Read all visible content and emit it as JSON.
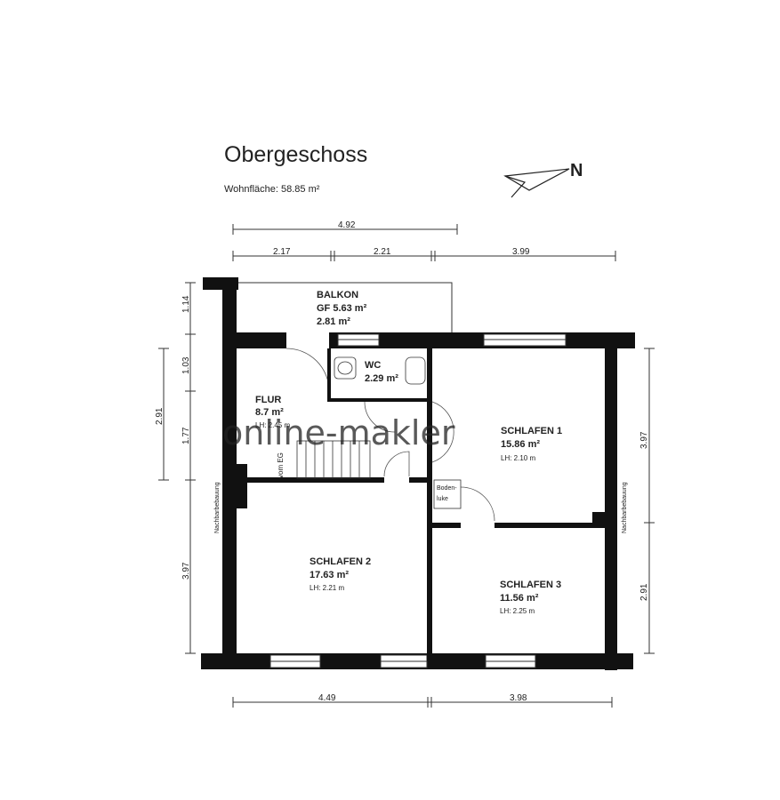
{
  "title": "Obergeschoss",
  "subtitle": "Wohnfläche: 58.85 m²",
  "watermark": "online-makler",
  "dimensions": {
    "top_total": "4.92",
    "top_a": "2.17",
    "top_b": "2.21",
    "top_c": "3.99",
    "left_balkon": "1.14",
    "left_wc": "1.03",
    "left_flur": "1.77",
    "left_total": "2.91",
    "left_lower": "3.97",
    "right_upper": "3.97",
    "right_lower": "2.91",
    "bottom_a": "4.49",
    "bottom_b": "3.98"
  },
  "rooms": {
    "balkon": {
      "name": "BALKON",
      "area1": "GF 5.63 m²",
      "area2": "2.81 m²"
    },
    "wc": {
      "name": "WC",
      "area": "2.29 m²"
    },
    "flur": {
      "name": "FLUR",
      "area": "8.7 m²",
      "height": "LH: 2.45 m"
    },
    "schlafen1": {
      "name": "SCHLAFEN 1",
      "area": "15.86 m²",
      "height": "LH: 2.10 m"
    },
    "schlafen2": {
      "name": "SCHLAFEN 2",
      "area": "17.63 m²",
      "height": "LH: 2.21 m"
    },
    "schlafen3": {
      "name": "SCHLAFEN 3",
      "area": "11.56 m²",
      "height": "LH: 2.25 m"
    }
  },
  "labels": {
    "neighbor_left": "Nachbarbebauung",
    "neighbor_right": "Nachbarbebauung",
    "stairs": "vom EG",
    "bodenluke_1": "Boden-",
    "bodenluke_2": "luke",
    "north": "N"
  },
  "colors": {
    "wall": "#111111",
    "line": "#333333",
    "watermark": "#cfcfcf"
  }
}
